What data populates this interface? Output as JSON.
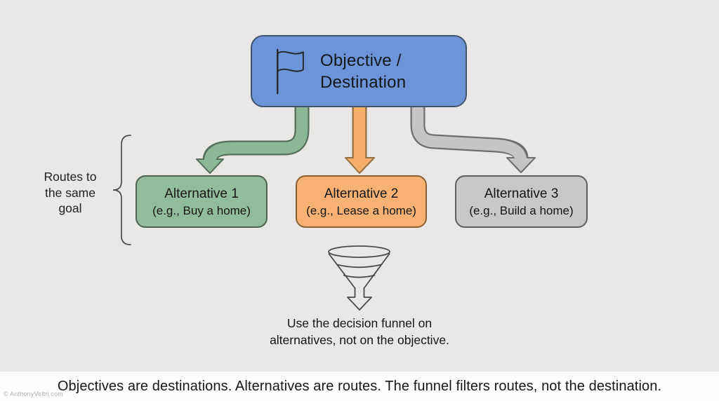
{
  "colors": {
    "background": "#e9e8e6",
    "footer_bar": "#fdfdfd",
    "line": "#4a4a4a",
    "watermark": "#b5b3ae"
  },
  "objective": {
    "icon": "flag-icon",
    "icon_color": "#23282e",
    "line1": "Objective /",
    "line2": "Destination",
    "fill": "#6e94d8",
    "border": "#42536e"
  },
  "routes_label": {
    "line1": "Routes to",
    "line2": "the same",
    "line3": "goal"
  },
  "alternatives": [
    {
      "title": "Alternative 1",
      "subtitle": "(e.g., Buy a home)",
      "fill": "#92bd9d",
      "border": "#4c6253",
      "arrow_fill": "#8cb897",
      "arrow_border": "#55705d"
    },
    {
      "title": "Alternative 2",
      "subtitle": "(e.g., Lease a home)",
      "fill": "#f6b173",
      "border": "#8a6134",
      "arrow_fill": "#f6ae6b",
      "arrow_border": "#96703f"
    },
    {
      "title": "Alternative 3",
      "subtitle": "(e.g., Build a home)",
      "fill": "#c9c8c6",
      "border": "#5f5f5f",
      "arrow_fill": "#c6c5c3",
      "arrow_border": "#6e6e6e"
    }
  ],
  "funnel": {
    "icon": "funnel-icon",
    "caption_line1": "Use the decision funnel on",
    "caption_line2": "alternatives, not on the objective."
  },
  "footer": {
    "text": "Objectives are destinations. Alternatives are routes. The funnel filters routes, not the destination.",
    "watermark": "© AnthonyVeltri.com"
  }
}
